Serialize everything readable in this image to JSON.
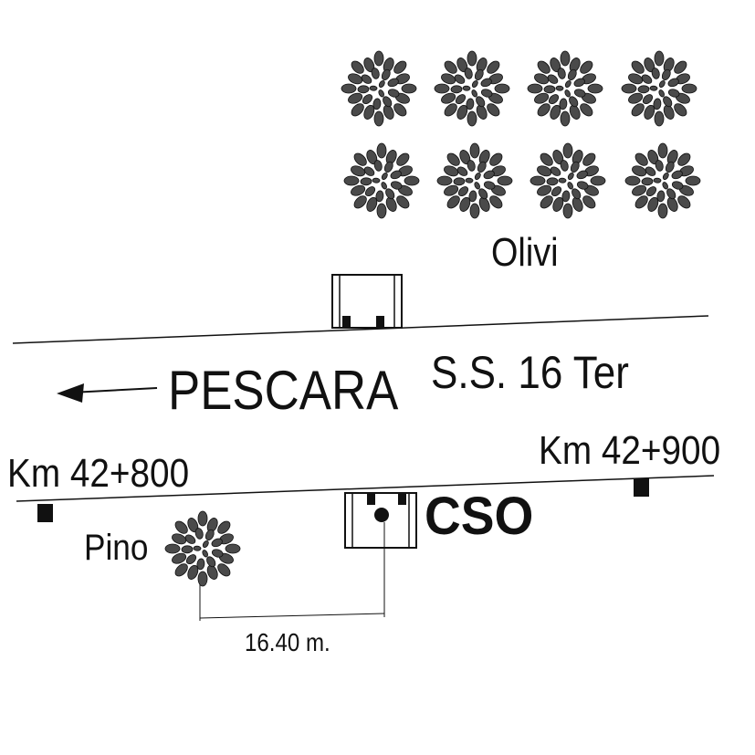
{
  "labels": {
    "olivi": "Olivi",
    "road_name": "S.S. 16 Ter",
    "direction": "PESCARA",
    "km_left": "Km 42+800",
    "km_right": "Km 42+900",
    "cso": "CSO",
    "pino": "Pino",
    "distance": "16.40 m."
  },
  "icons": {
    "tree": "tree-icon",
    "arrow": "arrow-left-icon",
    "marker": "km-marker-icon"
  },
  "colors": {
    "ink": "#111111",
    "foliage": "#4a4a4a",
    "background": "#ffffff"
  }
}
